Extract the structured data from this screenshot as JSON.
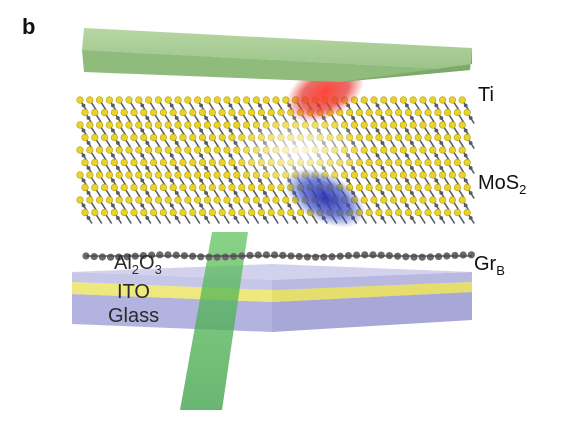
{
  "panel_label": "b",
  "labels": {
    "ti": "Ti",
    "mos2": {
      "base": "MoS",
      "sub": "2"
    },
    "grb": {
      "base": "Gr",
      "sub": "B"
    },
    "al2o3": {
      "p1": "Al",
      "s1": "2",
      "p2": "O",
      "s2": "3"
    },
    "ito": "ITO",
    "glass": "Glass"
  },
  "colors": {
    "ti_electrode": "#9fc48c",
    "mos2_sulfur": "#e9d22a",
    "mos2_metal": "#555a66",
    "graphene": "#6a6a6a",
    "ito_layer": "#f1eb93",
    "glass_layer": "#b9b9e3",
    "laser_beam": "#47b04a",
    "electron_blob": "#e53935",
    "hole_blob": "#2f3fb8"
  }
}
